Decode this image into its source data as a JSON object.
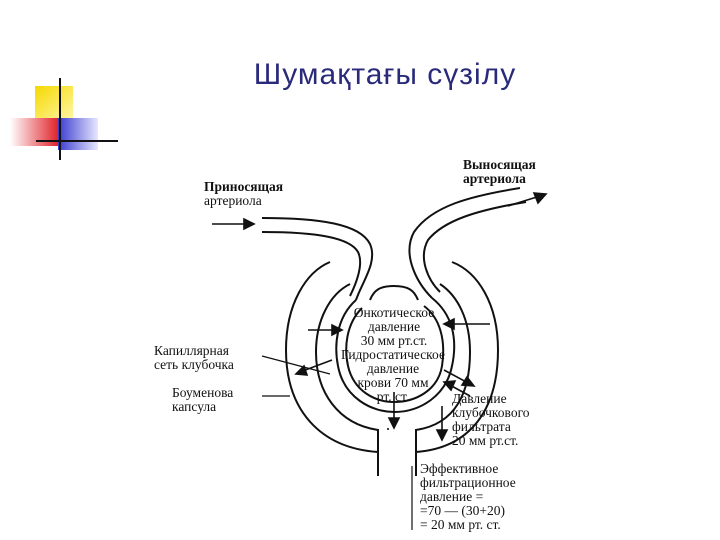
{
  "slide": {
    "title": "Шумақтағы сүзілу"
  },
  "diagram": {
    "afferent": [
      "Приносящая",
      "артериола"
    ],
    "efferent": [
      "Выносящая",
      "артериола"
    ],
    "capillary_net": [
      "Капиллярная",
      "сеть клубочка"
    ],
    "bowman": [
      "Боуменова",
      "капсула"
    ],
    "oncotic": [
      "Онкотическое",
      "давление",
      "30 мм рт.ст."
    ],
    "hydrostatic": [
      "Гидростатическое",
      "давление",
      "крови 70 мм",
      "рт. ст."
    ],
    "filtrate": [
      "Давление",
      "клубочкового",
      "фильтрата",
      "20 мм рт.ст."
    ],
    "effective": [
      "Эффективное",
      "фильтрационное",
      "давление =",
      "=70  — (30+20)",
      "= 20 мм рт. ст."
    ]
  },
  "colors": {
    "title": "#2a2a7a",
    "deco_yellow": "#f5d800",
    "deco_red": "#e0242c",
    "deco_blue": "#3a3ad0",
    "line": "#111111"
  }
}
